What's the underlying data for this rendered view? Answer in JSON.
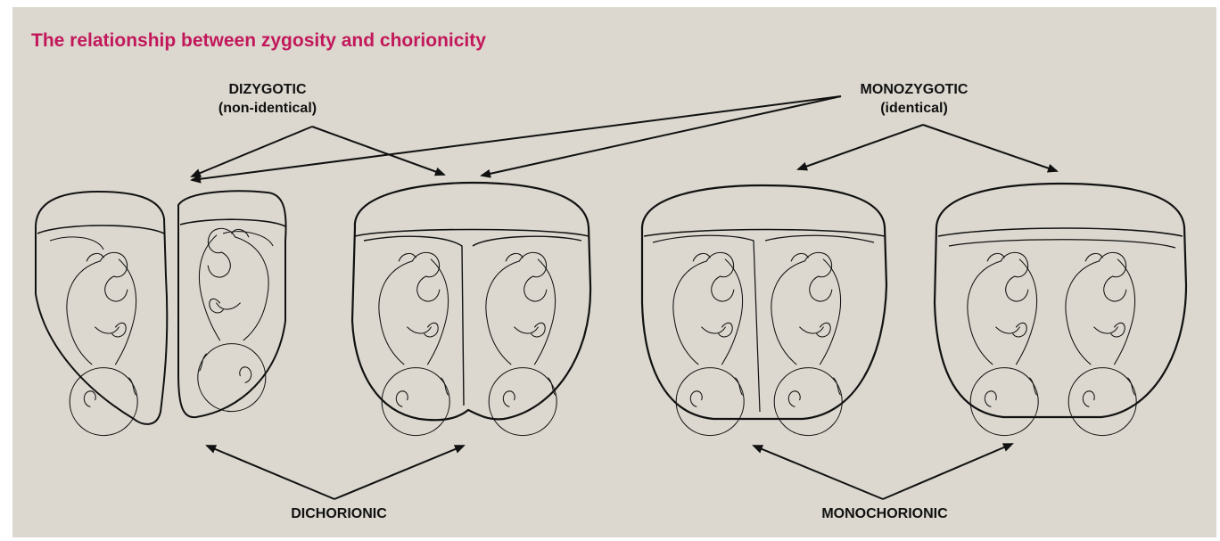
{
  "title": "The relationship between zygosity and chorionicity",
  "labels": {
    "dizygotic": "DIZYGOTIC",
    "dizygotic_sub": "(non-identical)",
    "monozygotic": "MONOZYGOTIC",
    "monozygotic_sub": "(identical)",
    "dichorionic": "DICHORIONIC",
    "monochorionic": "MONOCHORIONIC"
  },
  "colors": {
    "background": "#dcd8cf",
    "title": "#c2185b",
    "ink": "#111111"
  }
}
